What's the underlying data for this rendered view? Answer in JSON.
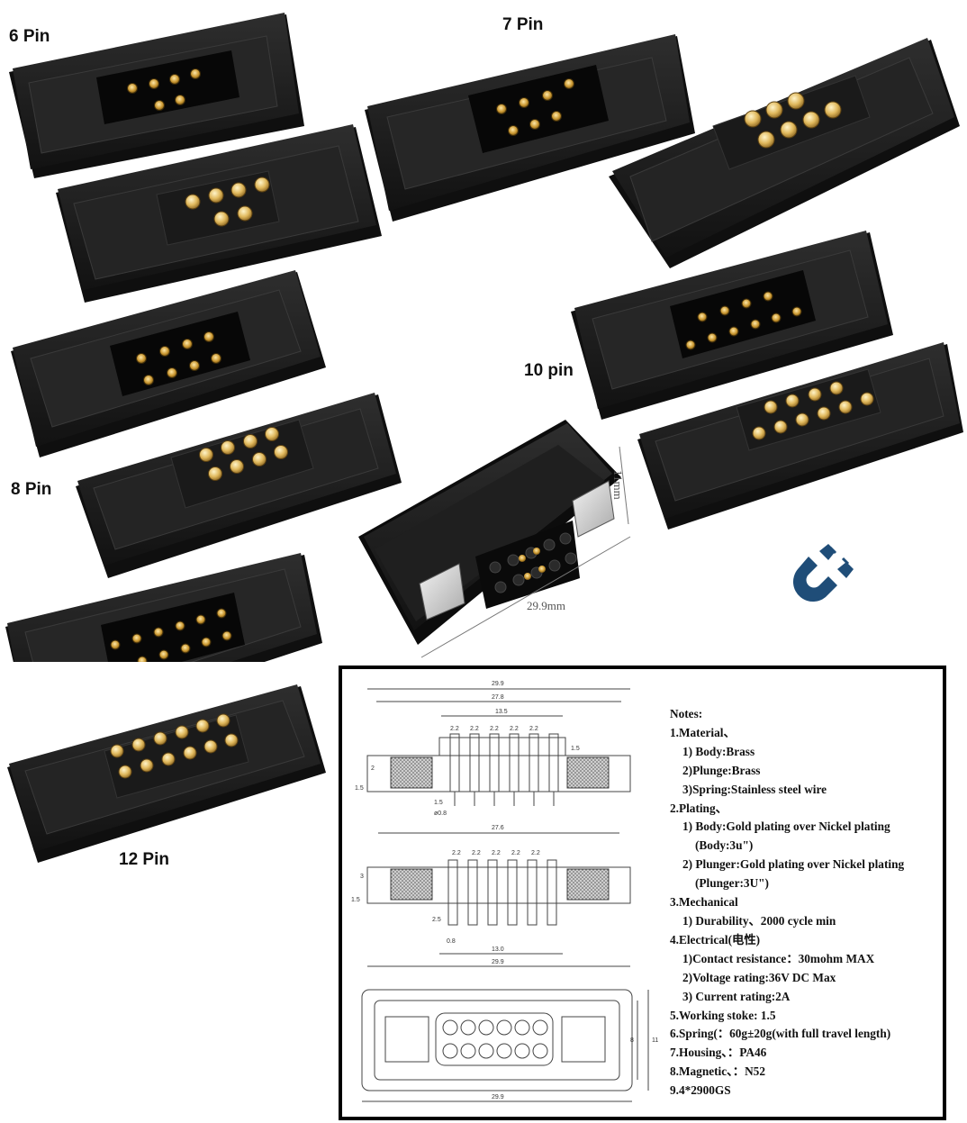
{
  "labels": {
    "pin6": "6 Pin",
    "pin7": "7 Pin",
    "pin8": "8 Pin",
    "pin10": "10 pin",
    "pin12": "12 Pin"
  },
  "photo_dims": {
    "height": "11mm",
    "width": "29.9mm"
  },
  "drawing_dims": {
    "top": [
      "29.9",
      "27.8",
      "13.5",
      "2.2",
      "2.2",
      "2.2",
      "2.2",
      "2.2",
      "1.5",
      "2",
      "1.5",
      "1.5",
      "ø0.8"
    ],
    "middle": [
      "27.6",
      "2.2",
      "2.2",
      "2.2",
      "2.2",
      "2.2",
      "3",
      "1.5",
      "2.5",
      "0.8",
      "13.0",
      "29.9"
    ],
    "bottom": [
      "11",
      "8",
      "29.9"
    ]
  },
  "notes": [
    {
      "text": "Notes:",
      "level": 0
    },
    {
      "text": "1.Material、",
      "level": 0
    },
    {
      "text": "1) Body:Brass",
      "level": 1
    },
    {
      "text": "2)Plunge:Brass",
      "level": 1
    },
    {
      "text": "3)Spring:Stainless steel wire",
      "level": 1
    },
    {
      "text": "2.Plating、",
      "level": 0
    },
    {
      "text": "1) Body:Gold plating over Nickel plating",
      "level": 1
    },
    {
      "text": "(Body:3u\")",
      "level": 2
    },
    {
      "text": "2) Plunger:Gold plating over Nickel plating",
      "level": 1
    },
    {
      "text": "(Plunger:3U\")",
      "level": 2
    },
    {
      "text": "3.Mechanical",
      "level": 0
    },
    {
      "text": "1) Durability、2000 cycle  min",
      "level": 1
    },
    {
      "text": "4.Electrical(电性)",
      "level": 0
    },
    {
      "text": "1)Contact resistance：30mohm MAX",
      "level": 1
    },
    {
      "text": "2)Voltage rating:36V DC Max",
      "level": 1
    },
    {
      "text": "3) Current rating:2A",
      "level": 1
    },
    {
      "text": "5.Working stoke: 1.5",
      "level": 0
    },
    {
      "text": "6.Spring(：60g±20g(with full travel length)",
      "level": 0
    },
    {
      "text": "7.Housing、：PA46",
      "level": 0
    },
    {
      "text": "8.Magnetic、：N52",
      "level": 0
    },
    {
      "text": "9.4*2900GS",
      "level": 0
    }
  ],
  "icons": [
    "magnet-icon"
  ],
  "colors": {
    "housing": "#1f1f1f",
    "pin_gold": "#d9b25a",
    "magnet_blue": "#1f4d78"
  }
}
